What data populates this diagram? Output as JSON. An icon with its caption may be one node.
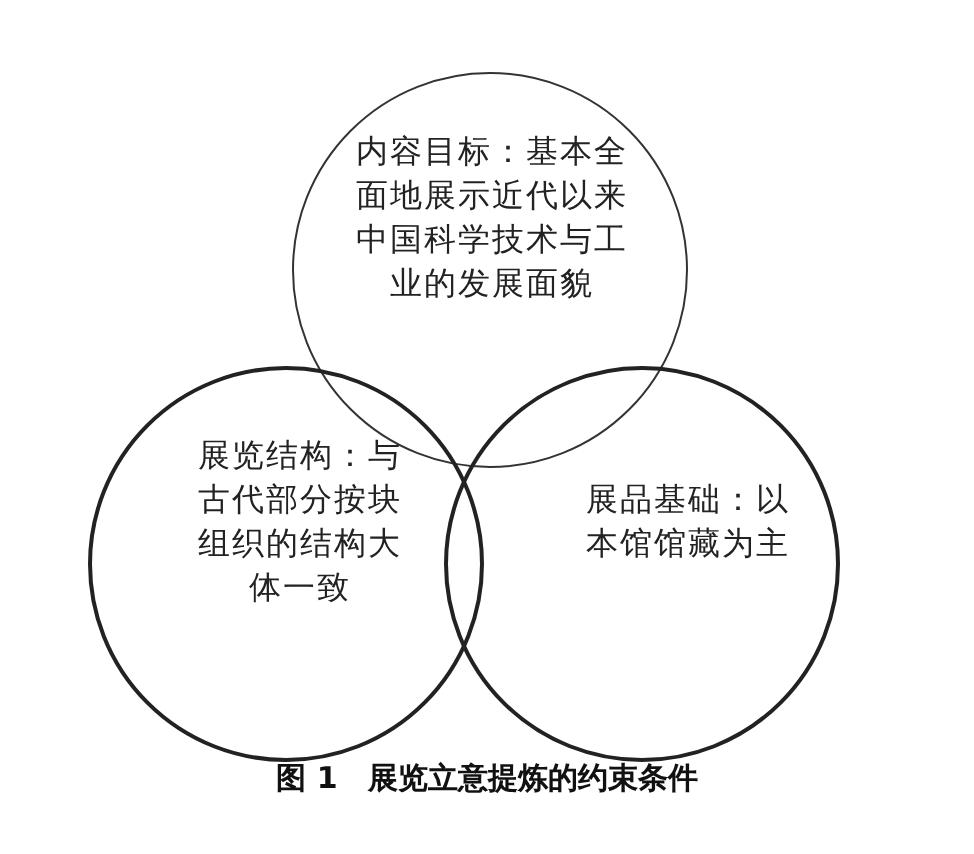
{
  "diagram": {
    "caption": "图 1　展览立意提炼的约束条件",
    "nodes": [
      {
        "text": [
          "内容目标：基本全面地展示近代以来中国科学技术与工业的发展面貌"
        ]
      },
      {
        "text": [
          "展览结构：与古代部分按块组织的结构大体一致"
        ]
      },
      {
        "text": [
          "展品基础：以本馆馆藏为主"
        ]
      }
    ]
  }
}
